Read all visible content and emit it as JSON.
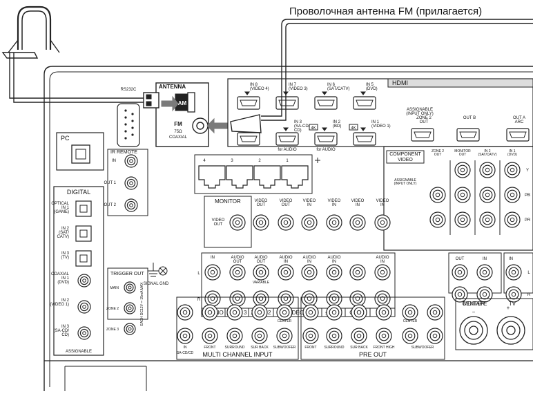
{
  "caption": "Проволочная антенна FM (прилагается)",
  "colors": {
    "line": "#222222",
    "panel": "#ffffff",
    "fill": "#e6e6e6",
    "arrow": "#7a7a7a"
  },
  "antenna": {
    "title": "ANTENNA",
    "am": "AM",
    "fm": "FM",
    "ohm": "75Ω",
    "coaxial": "COAXIAL"
  },
  "rs232c": "RS232C",
  "pc": "PC",
  "ir_remote": {
    "title": "IR REMOTE",
    "ports": [
      "IN",
      "OUT 1",
      "OUT 2"
    ]
  },
  "digital": {
    "title": "DIGITAL",
    "optical": [
      {
        "lines": [
          "OPTICAL",
          "IN 1",
          "(GAME)"
        ]
      },
      {
        "lines": [
          "IN 2",
          "(SAT/",
          "CATV)"
        ]
      },
      {
        "lines": [
          "IN 3",
          "(TV)"
        ]
      }
    ],
    "coaxial": [
      {
        "lines": [
          "COAXIAL",
          "IN 1",
          "(DVD)"
        ]
      },
      {
        "lines": [
          "IN 2",
          "(VIDEO 1)"
        ]
      },
      {
        "lines": [
          "IN 3",
          "(SA-CD/",
          "CD)"
        ]
      }
    ],
    "footer": "ASSIGNABLE"
  },
  "trigger_out": {
    "title": "TRIGGER OUT",
    "ports": [
      "MAIN",
      "ZONE 2",
      "ZONE 3"
    ],
    "note": "EACH DC12V ═ 15mA MAX"
  },
  "signal_gnd": "SIGNAL GND",
  "hdmi": {
    "title": "HDMI",
    "top_inputs": [
      [
        "IN 8",
        "(VIDEO 4)"
      ],
      [
        "IN 7",
        "(VIDEO 3)"
      ],
      [
        "IN 6",
        "(SAT/CATV)"
      ],
      [
        "IN 5",
        "(DVD)"
      ]
    ],
    "bottom_inputs": [
      [
        "IN 3",
        "(SA-CD/",
        "CD)"
      ],
      [
        "IN 2",
        "(BD)"
      ],
      [
        "IN 1",
        "(VIDEO 1)"
      ]
    ],
    "badge_4k": "4K",
    "for_audio": "for AUDIO",
    "assignable": [
      "ASSIGNABLE",
      "(INPUT ONLY)"
    ],
    "outputs": [
      [
        "ZONE 2",
        "OUT"
      ],
      [
        "OUT B"
      ],
      [
        "OUT A",
        "ARC"
      ]
    ]
  },
  "lan_numbers": [
    "4",
    "3",
    "2",
    "1"
  ],
  "component": {
    "title": [
      "COMPONENT",
      "VIDEO"
    ],
    "assignable": [
      "ASSIGNABLE",
      "(INPUT ONLY)"
    ],
    "columns": [
      [
        "ZONE 2",
        "OUT"
      ],
      [
        "MONITOR",
        "OUT"
      ],
      [
        "IN 2",
        "(SAT/CATV)"
      ],
      [
        "IN 1",
        "(DVD)"
      ]
    ],
    "row_labels": [
      "Y",
      "PB",
      "PR"
    ]
  },
  "monitor": {
    "title": "MONITOR",
    "video_out": [
      "VIDEO",
      "OUT"
    ]
  },
  "video_headers": [
    [
      "VIDEO",
      "OUT"
    ],
    [
      "VIDEO",
      "OUT"
    ],
    [
      "VIDEO",
      "IN"
    ],
    [
      "VIDEO",
      "IN"
    ],
    [
      "VIDEO",
      "IN"
    ],
    [
      "VIDEO",
      "IN"
    ]
  ],
  "audio_headers": [
    [
      "IN"
    ],
    [
      "AUDIO",
      "OUT"
    ],
    [
      "AUDIO",
      "OUT"
    ],
    [
      "AUDIO",
      "IN"
    ],
    [
      "AUDIO",
      "IN"
    ],
    [
      "AUDIO",
      "IN"
    ],
    [
      "AUDIO",
      "IN"
    ]
  ],
  "variable": "VARIABLE",
  "lr": [
    "L",
    "R"
  ],
  "audio_sections": [
    "PHONO",
    "ZONE 3",
    "ZONE 2",
    "VIDEO 1",
    "SAT/CATV",
    "GAME",
    "DVD"
  ],
  "mdtape": {
    "title": "MD/TAPE",
    "ports": [
      "OUT",
      "IN"
    ]
  },
  "tv": {
    "title": "TV",
    "ports": [
      "IN"
    ]
  },
  "multi_channel": {
    "title": "MULTI CHANNEL INPUT",
    "labels": [
      "IN",
      "SA-CD/CD",
      "FRONT",
      "SURROUND",
      "SUR BACK",
      "CENTER",
      "SUBWOOFER"
    ]
  },
  "pre_out": {
    "title": "PRE OUT",
    "labels": [
      "FRONT",
      "SURROUND",
      "SUR BACK",
      "FRONT HIGH",
      "CENTER",
      "SUBWOOFER"
    ]
  },
  "speaker": {
    "center": "CENTER",
    "plus": "+",
    "minus": "−"
  }
}
